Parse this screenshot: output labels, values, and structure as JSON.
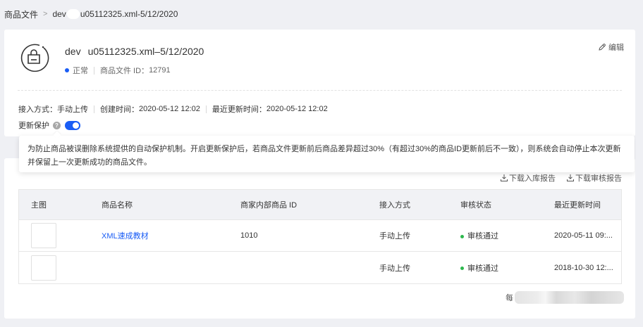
{
  "breadcrumb": {
    "root": "商品文件",
    "separator": ">",
    "current_prefix": "dev",
    "current_suffix": "u05112325.xml-5/12/2020"
  },
  "file": {
    "title_prefix": "dev",
    "title_suffix": "u05112325.xml–5/12/2020",
    "status": "正常",
    "status_color": "#1a5df5",
    "id_label": "商品文件 ID：",
    "id_value": "12791",
    "icon": "shopping-bag-icon",
    "edit_label": "编辑",
    "edit_icon": "pencil-icon"
  },
  "info": {
    "access_label": "接入方式：",
    "access_value": "手动上传",
    "created_label": "创建时间：",
    "created_value": "2020-05-12 12:02",
    "updated_label": "最近更新时间：",
    "updated_value": "2020-05-12 12:02"
  },
  "protection": {
    "label": "更新保护",
    "help_icon": "question-circle-icon",
    "enabled": true,
    "toggle_color": "#1a5df5"
  },
  "tooltip": {
    "text": "为防止商品被误删除系统提供的自动保护机制。开启更新保护后，若商品文件更新前后商品差异超过30%（有超过30%的商品ID更新前后不一致），则系统会自动停止本次更新并保留上一次更新成功的商品文件。"
  },
  "downloads": {
    "import_report": "下载入库报告",
    "audit_report": "下载审核报告",
    "icon": "download-icon"
  },
  "table": {
    "headers": [
      "主图",
      "商品名称",
      "商家内部商品 ID",
      "接入方式",
      "审核状态",
      "最近更新时间"
    ],
    "rows": [
      {
        "name": "XML速成教材",
        "internal_id": "1010",
        "access": "手动上传",
        "status": "审核通过",
        "updated": "2020-05-11 09:..."
      },
      {
        "name": "",
        "internal_id": "",
        "access": "手动上传",
        "status": "审核通过",
        "updated": "2018-10-30 12:..."
      }
    ],
    "status_color": "#2db84d",
    "link_color": "#1a5df5"
  },
  "pagination": {
    "prefix": "每"
  }
}
